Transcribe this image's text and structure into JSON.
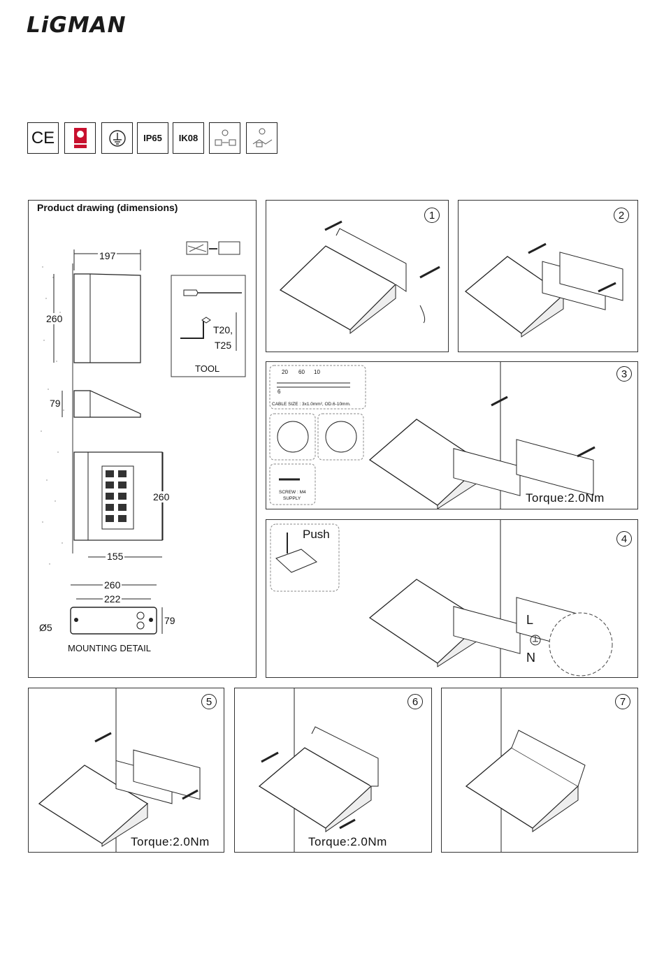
{
  "brand": {
    "name": "LiGMAN"
  },
  "certifications": [
    {
      "label": "CE",
      "icon": "ce-mark-icon"
    },
    {
      "label": "",
      "icon": "quality-mark-icon"
    },
    {
      "label": "",
      "icon": "earth-ground-icon"
    },
    {
      "label": "IP65",
      "icon": ""
    },
    {
      "label": "IK08",
      "icon": ""
    },
    {
      "label": "",
      "icon": "wiring-icon"
    },
    {
      "label": "",
      "icon": "wiring-through-icon"
    }
  ],
  "drawing": {
    "title": "Product drawing (dimensions)",
    "dims": {
      "width_top": "197",
      "height_side": "260",
      "depth": "79",
      "front_height": "260",
      "front_width": "155"
    },
    "tool": {
      "t_label_1": "T20,",
      "t_label_2": "T25",
      "caption": "TOOL"
    },
    "mounting": {
      "width": "260",
      "hole_spacing": "222",
      "height": "79",
      "hole_dia": "Ø5",
      "caption": "MOUNTING DETAIL"
    }
  },
  "steps": [
    {
      "number": "1"
    },
    {
      "number": "2"
    },
    {
      "number": "3",
      "torque": "Torque:2.0Nm",
      "cable": {
        "d1": "20",
        "d2": "60",
        "d3": "10",
        "d4": "6",
        "size": "CABLE SIZE : 3x1.0mm², OD.6-10mm."
      },
      "screw": {
        "line1": "SCREW : M4",
        "line2": "SUPPLY"
      }
    },
    {
      "number": "4",
      "push": "Push",
      "terminals": {
        "live": "L",
        "neutral": "N"
      }
    },
    {
      "number": "5",
      "torque": "Torque:2.0Nm"
    },
    {
      "number": "6",
      "torque": "Torque:2.0Nm"
    },
    {
      "number": "7"
    }
  ]
}
